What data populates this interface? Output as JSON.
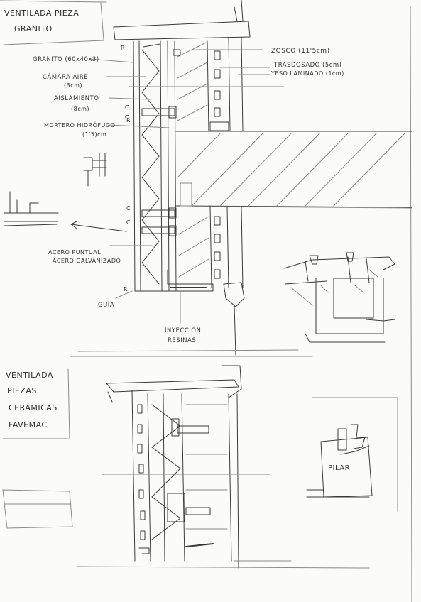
{
  "sheet": {
    "section1": {
      "title_line1": "VENTILADA PIEZA",
      "title_line2": "GRANITO",
      "labels": {
        "granito": "GRANITO (60x40x3)",
        "camara_line1": "CÁMARA AIRE",
        "camara_line2": "(3cm)",
        "aislamiento_line1": "AISLAMIENTO",
        "aislamiento_line2": "(8cm)",
        "mortero_line1": "MORTERO HIDRÓFUGO",
        "mortero_line2": "(1'5)cm",
        "zosco": "ZOSCO (11'5cm)",
        "trasdosado": "TRASDOSADO (5cm)",
        "yeso": "YESO LAMINADO (1cm)",
        "acero_puntual": "ACERO PUNTUAL",
        "acero_galvanizado": "ACERO GALVANIZADO",
        "guia": "GUÍA",
        "inyeccion_line1": "INYECCIÓN",
        "inyeccion_line2": "RESINAS"
      },
      "markers": [
        "R",
        "C",
        "C",
        "R",
        "C",
        "C",
        "R"
      ]
    },
    "section2": {
      "title_line1": "VENTILADA",
      "title_line2": "PIEZAS",
      "title_line3": "CERÁMICAS",
      "title_line4": "FAVEMAC",
      "pilar": "PILAR"
    }
  }
}
